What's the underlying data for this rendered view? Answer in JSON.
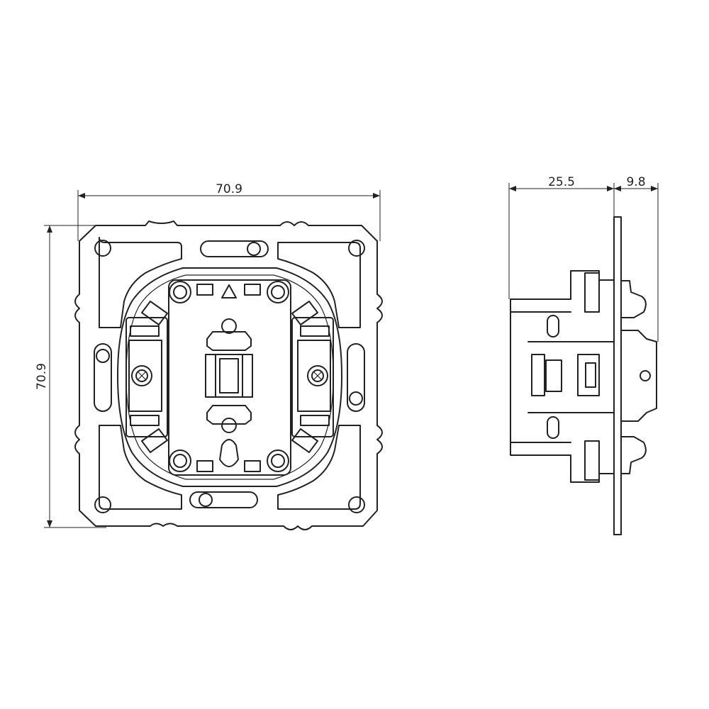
{
  "dimensions": {
    "front_width": "70.9",
    "front_height": "70.9",
    "side_depth": "25.5",
    "side_front": "9.8"
  },
  "colors": {
    "line": "#222222",
    "background": "#ffffff"
  }
}
